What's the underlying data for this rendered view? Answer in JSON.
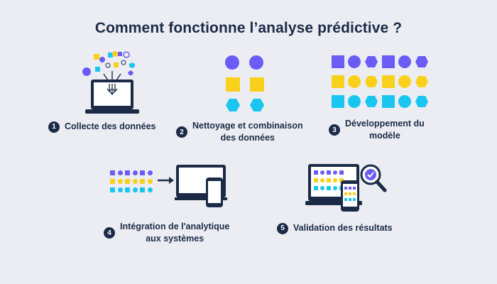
{
  "title": "Comment fonctionne l’analyse prédictive ?",
  "colors": {
    "navy": "#1b2b47",
    "purple": "#6b5cf6",
    "yellow": "#f9d11a",
    "cyan": "#19c6f0",
    "background": "#ecedf3"
  },
  "steps": [
    {
      "number": "1",
      "label": "Collecte des données",
      "icon": "laptop-data-funnel-icon"
    },
    {
      "number": "2",
      "label_line1": "Nettoyage et combinaison",
      "label_line2": "des données",
      "icon": "sorted-shapes-icon"
    },
    {
      "number": "3",
      "label_line1": "Développement du",
      "label_line2": "modèle",
      "icon": "shape-grid-icon"
    },
    {
      "number": "4",
      "label_line1": "Intégration de l'analytique",
      "label_line2": "aux systèmes",
      "icon": "grid-to-devices-icon"
    },
    {
      "number": "5",
      "label": "Validation des résultats",
      "icon": "devices-magnifier-check-icon"
    }
  ]
}
